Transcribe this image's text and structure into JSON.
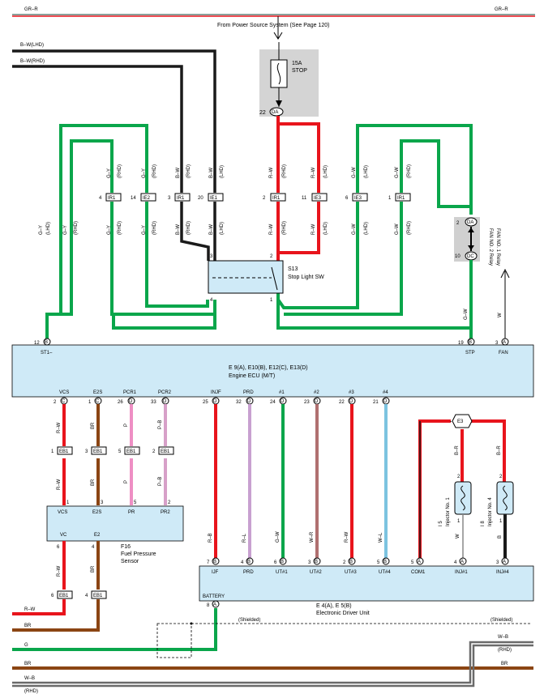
{
  "top": {
    "wire_color_left": "GR–R",
    "wire_color_right": "GR–R",
    "source_note": "From Power Source System (See Page 120)"
  },
  "fuse": {
    "rating": "15A",
    "name": "STOP",
    "pin": "22",
    "conn": "DA"
  },
  "black_wires": {
    "lhd": "B–W(LHD)",
    "rhd": "B–W(RHD)"
  },
  "connectors": {
    "c1": {
      "pin": "4",
      "id": "IR1",
      "top": "G–Y",
      "top_sub": "(RHD)",
      "bot": "G–Y",
      "bot_sub": "(RHD)"
    },
    "c2": {
      "pin": "14",
      "id": "IE2",
      "top": "G–Y",
      "top_sub": "(RHD)",
      "bot": "G–Y",
      "bot_sub": "(RHD)"
    },
    "c3": {
      "pin": "3",
      "id": "IR1",
      "top": "B–W",
      "top_sub": "(RHD)",
      "bot": "B–W",
      "bot_sub": "(RHD)"
    },
    "c4": {
      "pin": "20",
      "id": "IE1",
      "top": "B–W",
      "top_sub": "(LHD)",
      "bot": "B–W",
      "bot_sub": "(LHD)"
    },
    "c5": {
      "pin": "2",
      "id": "IR1",
      "top": "R–W",
      "top_sub": "(RHD)",
      "bot": "R–W",
      "bot_sub": "(RHD)"
    },
    "c6": {
      "pin": "11",
      "id": "IE3",
      "top": "R–W",
      "top_sub": "(LHD)",
      "bot": "R–W",
      "bot_sub": "(LHD)"
    },
    "c7": {
      "pin": "6",
      "id": "IE3",
      "top": "G–W",
      "top_sub": "(LHD)",
      "bot": "G–W",
      "bot_sub": "(LHD)"
    },
    "c8": {
      "pin": "1",
      "id": "IR1",
      "top": "G–W",
      "top_sub": "(RHD)",
      "bot": "G–W",
      "bot_sub": "(RHD)"
    }
  },
  "left_green": {
    "w1": "G–Y",
    "w1_sub": "(LHD)",
    "w2": "G–Y",
    "w2_sub": "(RHD)"
  },
  "switch": {
    "code": "S13",
    "name": "Stop Light SW",
    "p3": "3",
    "p2": "2",
    "p4": "4",
    "p1": "1"
  },
  "relay": {
    "pin_top": "2",
    "conn_top": "DA",
    "pin_bot": "10",
    "conn_bot": "DC",
    "label1": "FAN NO. 1 Relay",
    "label2": "FAN NO. 2 Relay"
  },
  "right_wires": {
    "stp_color": "G–W",
    "fan_color": "W"
  },
  "ecu": {
    "title": "E 9(A), E10(B), E12(C), E13(D)",
    "name": "Engine ECU (M/T)",
    "st1": {
      "pin": "12",
      "conn": "B",
      "label": "ST1–"
    },
    "stp": {
      "pin": "19",
      "conn": "B",
      "label": "STP"
    },
    "fan": {
      "pin": "3",
      "conn": "A",
      "label": "FAN"
    },
    "bottom": [
      {
        "label": "VCS",
        "pin": "2",
        "conn": "C",
        "wire": "R–W"
      },
      {
        "label": "E2S",
        "pin": "1",
        "conn": "C",
        "wire": "BR"
      },
      {
        "label": "PCR1",
        "pin": "26",
        "conn": "D",
        "wire": "P"
      },
      {
        "label": "PCR2",
        "pin": "33",
        "conn": "D",
        "wire": "P–B"
      },
      {
        "label": "INJF",
        "pin": "25",
        "conn": "D",
        "wire": "R–B"
      },
      {
        "label": "PRD",
        "pin": "32",
        "conn": "D",
        "wire": "R–L"
      },
      {
        "label": "#1",
        "pin": "24",
        "conn": "D",
        "wire": "G–W"
      },
      {
        "label": "#2",
        "pin": "23",
        "conn": "D",
        "wire": "W–R"
      },
      {
        "label": "#3",
        "pin": "22",
        "conn": "D",
        "wire": "R–W"
      },
      {
        "label": "#4",
        "pin": "21",
        "conn": "D",
        "wire": "W–L"
      }
    ]
  },
  "eb": {
    "top": [
      {
        "pin": "1",
        "id": "EB1"
      },
      {
        "pin": "3",
        "id": "EB1"
      },
      {
        "pin": "5",
        "id": "EB1"
      },
      {
        "pin": "2",
        "id": "EB1"
      }
    ],
    "below": [
      {
        "pin": "1",
        "wire": "R–W"
      },
      {
        "pin": "3",
        "wire": "BR"
      },
      {
        "pin": "5",
        "wire": "P"
      },
      {
        "pin": "2",
        "wire": "P–B"
      }
    ]
  },
  "sensor": {
    "code": "F16",
    "name1": "Fuel Pressure",
    "name2": "Sensor",
    "top_labels": [
      "VCS",
      "E2S",
      "PR",
      "PR2"
    ],
    "vc": "VC",
    "e2": "E2",
    "vc_pin": "6",
    "e2_pin": "4",
    "vc_wire": "R–W",
    "e2_wire": "BR"
  },
  "eb_lower": [
    {
      "pin": "6",
      "id": "EB1"
    },
    {
      "pin": "4",
      "id": "EB1"
    }
  ],
  "edu": {
    "title": "E 4(A), E 5(B)",
    "name": "Electronic Driver Unit",
    "battery": "BATTERY",
    "bat_pin": "8",
    "bat_conn": "A",
    "pins": [
      {
        "pin": "7",
        "conn": "B",
        "label": "IJF"
      },
      {
        "pin": "4",
        "conn": "B",
        "label": "PRD"
      },
      {
        "pin": "6",
        "conn": "B",
        "label": "UT#1"
      },
      {
        "pin": "3",
        "conn": "B",
        "label": "UT#2"
      },
      {
        "pin": "2",
        "conn": "B",
        "label": "UT#3"
      },
      {
        "pin": "5",
        "conn": "B",
        "label": "UT#4"
      },
      {
        "pin": "5",
        "conn": "A",
        "label": "COM1"
      },
      {
        "pin": "4",
        "conn": "A",
        "label": "INJ#1"
      },
      {
        "pin": "3",
        "conn": "A",
        "label": "INJ#4"
      }
    ]
  },
  "junction": {
    "id": "E3"
  },
  "injectors": {
    "inj1": {
      "code": "I 5",
      "name": "Injector No. 1",
      "top_wire": "B–R",
      "bot_wire": "W",
      "pin_top": "2",
      "pin_bot": "1"
    },
    "inj4": {
      "code": "I 8",
      "name": "Injector No. 4",
      "top_wire": "B–R",
      "bot_wire": "B",
      "pin_top": "2",
      "pin_bot": "1"
    }
  },
  "bottom_wires": {
    "rw": "R–W",
    "br1": "BR",
    "g": "G",
    "br2_left": "BR",
    "br2_right": "BR",
    "wb_left": "W–B",
    "wb_left_sub": "(RHD)",
    "wb_right": "W–B",
    "wb_right_sub": "(RHD)",
    "shielded_left": "(Shielded)",
    "shielded_right": "(Shielded)"
  },
  "colors": {
    "green": "#0aa64b",
    "red": "#e8141c",
    "black": "#1a1a1a",
    "brown": "#8b4513",
    "pink": "#ee8fc4",
    "ecu_fill": "#cfeaf7",
    "fuse_fill": "#d4d4d4",
    "relay_fill": "#d0d0d0"
  }
}
